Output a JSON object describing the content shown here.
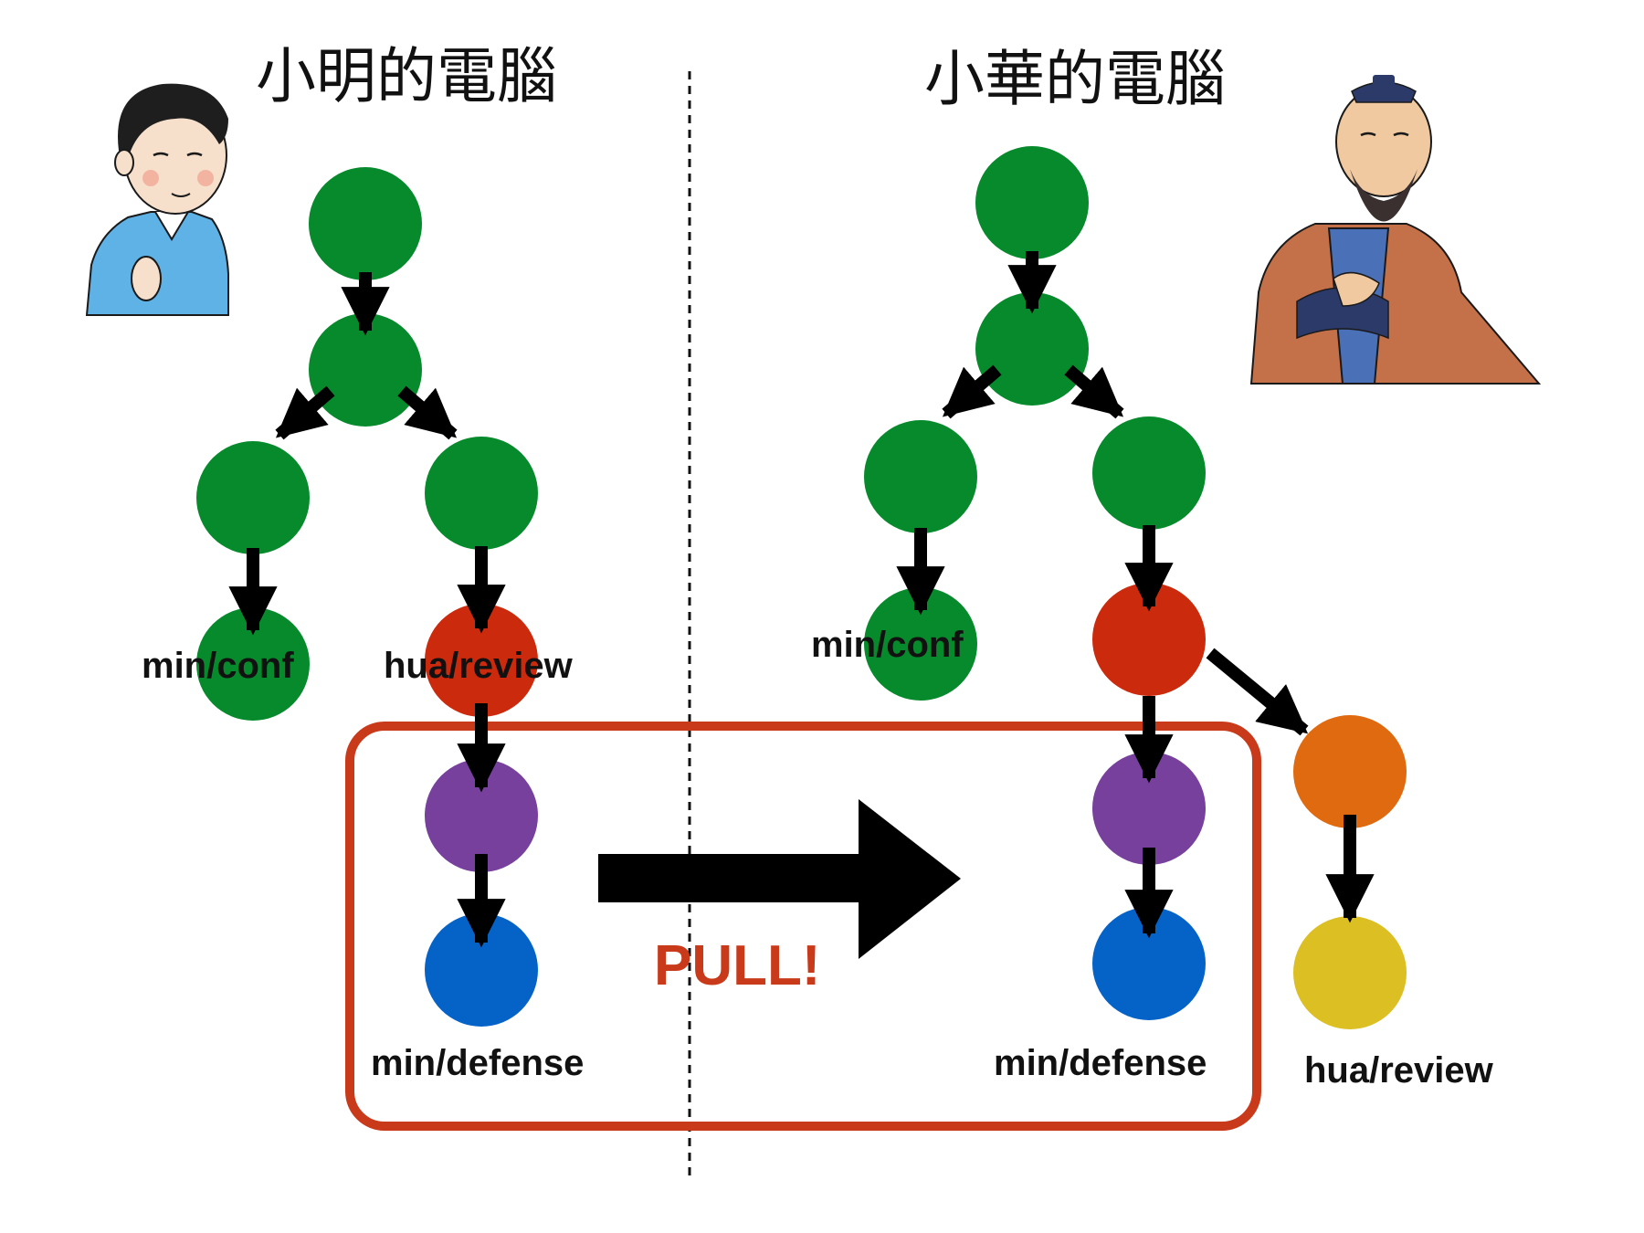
{
  "titles": {
    "left": "小明的電腦",
    "right": "小華的電腦"
  },
  "labels": {
    "left_min_conf": "min/conf",
    "left_hua_review": "hua/review",
    "left_min_defense": "min/defense",
    "right_min_conf": "min/conf",
    "right_min_defense": "min/defense",
    "right_hua_review": "hua/review"
  },
  "pull_text": "PULL!",
  "colors": {
    "commit_green": "#068a2c",
    "commit_red": "#cc2a0c",
    "commit_purple": "#76409c",
    "commit_blue": "#0563c8",
    "commit_orange": "#e06a0f",
    "commit_yellow": "#dcbf22",
    "highlight_frame": "#c93a1a",
    "pull_text": "#c93a1a",
    "arrow": "#000000"
  },
  "icons": {
    "left_person": "boy-illustration",
    "right_person": "confucius-illustration"
  }
}
